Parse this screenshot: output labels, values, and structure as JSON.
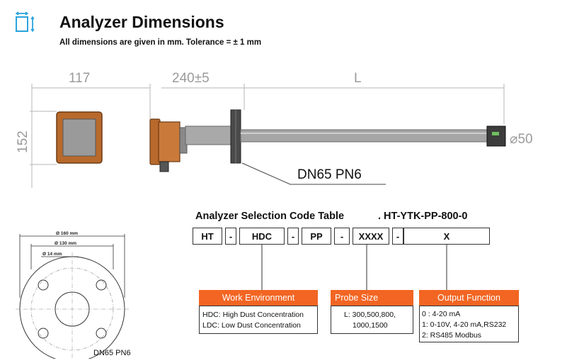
{
  "header": {
    "icon": "dimensions-icon",
    "title": "Analyzer Dimensions",
    "subtitle": "All dimensions are given in mm. Tolerance = ± 1 mm"
  },
  "dimensions": {
    "width_box": "117",
    "flange_distance": "240±5",
    "length": "L",
    "height_box": "152",
    "diameter": "⌀50",
    "probe_label": "DN65 PN6"
  },
  "selection_table": {
    "title": "Analyzer Selection Code Table",
    "model": ". HT-YTK-PP-800-0",
    "cells": [
      "HT",
      "-",
      "HDC",
      "-",
      "PP",
      "-",
      "XXXX",
      "-",
      "X"
    ]
  },
  "work_environment": {
    "header": "Work Environment",
    "lines": [
      "HDC: High Dust Concentration",
      "LDC: Low Dust Concentration"
    ]
  },
  "probe_size": {
    "header": "Probe Size",
    "lines": [
      "L: 300,500,800,",
      "1000,1500"
    ]
  },
  "output_function": {
    "header": "Output Function",
    "lines": [
      "0 : 4-20 mA",
      "1: 0-10V, 4-20 mA,RS232",
      "2: RS485 Modbus"
    ]
  },
  "flange": {
    "d_outer": "Ø 160 mm",
    "d_bolt": "Ø 130 mm",
    "d_hole": "Ø 14 mm",
    "caption": "DN65 PN6"
  },
  "colors": {
    "accent": "#f26522",
    "icon": "#2aa4dc",
    "box_brown": "#b86a2c"
  }
}
